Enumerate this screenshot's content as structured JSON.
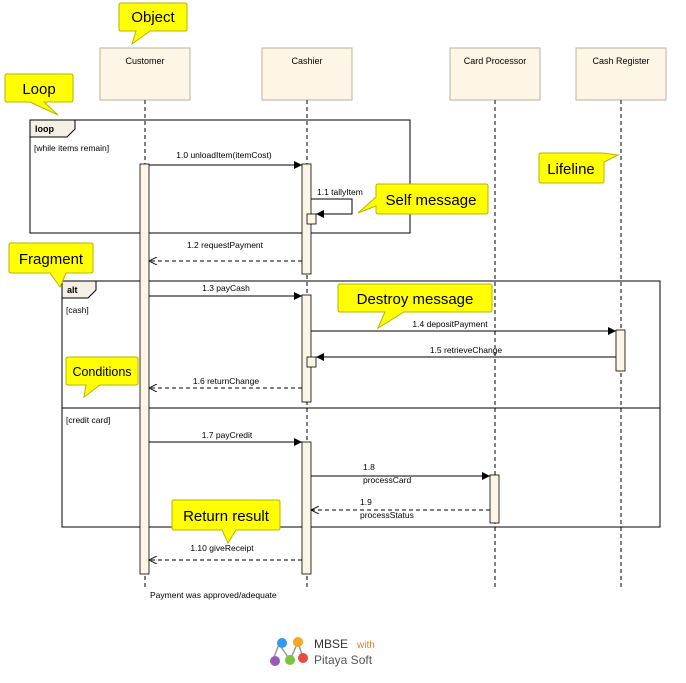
{
  "lifelines": [
    {
      "id": "customer",
      "name": "Customer"
    },
    {
      "id": "cashier",
      "name": "Cashier"
    },
    {
      "id": "card_processor",
      "name": "Card Processor"
    },
    {
      "id": "cash_register",
      "name": "Cash Register"
    }
  ],
  "fragments": {
    "loop": {
      "operator": "loop",
      "guard": "[while items remain]"
    },
    "alt": {
      "operator": "alt",
      "guards": [
        "[cash]",
        "[credit card]"
      ]
    }
  },
  "messages": [
    {
      "id": "m1",
      "label": "1.0 unloadItem(itemCost)",
      "from": "customer",
      "to": "cashier",
      "kind": "sync"
    },
    {
      "id": "m2",
      "label": "1.1 tallyItem",
      "from": "cashier",
      "to": "cashier",
      "kind": "self"
    },
    {
      "id": "m3",
      "label": "1.2 requestPayment",
      "from": "cashier",
      "to": "customer",
      "kind": "return"
    },
    {
      "id": "m4",
      "label": "1.3 payCash",
      "from": "customer",
      "to": "cashier",
      "kind": "sync"
    },
    {
      "id": "m5",
      "label": "1.4 depositPayment",
      "from": "cashier",
      "to": "cash_register",
      "kind": "sync"
    },
    {
      "id": "m6",
      "label": "1.5 retrieveChange",
      "from": "cash_register",
      "to": "cashier",
      "kind": "sync"
    },
    {
      "id": "m7",
      "label": "1.6 returnChange",
      "from": "cashier",
      "to": "customer",
      "kind": "return"
    },
    {
      "id": "m8",
      "label": "1.7 payCredit",
      "from": "customer",
      "to": "cashier",
      "kind": "sync"
    },
    {
      "id": "m9",
      "label_lines": [
        "1.8",
        "processCard"
      ],
      "from": "cashier",
      "to": "card_processor",
      "kind": "sync"
    },
    {
      "id": "m10",
      "label_lines": [
        "1.9",
        "processStatus"
      ],
      "from": "card_processor",
      "to": "cashier",
      "kind": "return"
    },
    {
      "id": "m11",
      "label": "1.10 giveReceipt",
      "from": "cashier",
      "to": "customer",
      "kind": "return"
    }
  ],
  "note": "Payment was approved/adequate",
  "callouts": {
    "object": "Object",
    "loop": "Loop",
    "lifeline": "Lifeline",
    "self_message": "Self message",
    "fragment": "Fragment",
    "destroy_message": "Destroy message",
    "conditions": "Conditions",
    "return_result": "Return result"
  },
  "colors": {
    "object_fill": "#fdf5e6",
    "activation_fill": "#fdf5e6",
    "callout_fill": "#ffff00",
    "logo_mbse": "#333333",
    "logo_with": "#e67e22",
    "logo_pitaya": "#555555"
  },
  "logo": {
    "brand": "MBSE",
    "with": "with",
    "company": "Pitaya Soft"
  }
}
